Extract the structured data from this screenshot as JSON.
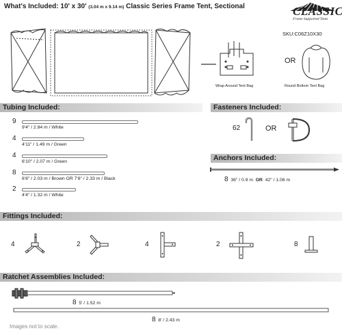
{
  "header": {
    "title_main": "What's Included: 10' x 30'",
    "title_metric": "(3.04 m x 9.14 m)",
    "title_rest": "Classic Series Frame Tent, Sectional",
    "logo_name": "CLASSIC",
    "logo_tagline": "Frame Supported Tents",
    "sku": "SKU:C06Z10X30"
  },
  "bags": {
    "wrap_label": "Wrap Around Tent Bag",
    "or_label": "OR",
    "round_label": "Round Bottom Tent Bag"
  },
  "sections": {
    "tubing": "Tubing Included:",
    "fasteners": "Fasteners Included:",
    "anchors": "Anchors Included:",
    "fittings": "Fittings Included:",
    "ratchets": "Ratchet Assemblies Included:"
  },
  "tubing": [
    {
      "qty": "9",
      "label": "9'4\" / 2.84 m  /  White",
      "length_ratio": 1.0
    },
    {
      "qty": "4",
      "label": "4'11\" / 1.49 m  /  Green",
      "length_ratio": 0.53
    },
    {
      "qty": "4",
      "label": "6'10\" / 2.07 m  /  Green",
      "length_ratio": 0.73
    },
    {
      "qty": "8",
      "label": "6'8\" / 2.03 m  /  Brown  OR  7'8\" / 2.33 m  /  Black",
      "length_ratio": 0.71
    },
    {
      "qty": "2",
      "label": "4'4\" / 1.32 m  /  White",
      "length_ratio": 0.46
    }
  ],
  "fasteners": {
    "qty": "62",
    "or_label": "OR"
  },
  "anchors": {
    "qty": "8",
    "label_a": "36\" / 0.9 m",
    "or_label": "OR",
    "label_b": "42\" / 1.06 m"
  },
  "fittings": [
    {
      "qty": "4",
      "icon": "four-way-angled-fitting-icon"
    },
    {
      "qty": "2",
      "icon": "three-way-fitting-icon"
    },
    {
      "qty": "4",
      "icon": "t-fitting-icon"
    },
    {
      "qty": "2",
      "icon": "cross-fitting-icon"
    },
    {
      "qty": "8",
      "icon": "foot-plate-icon"
    }
  ],
  "ratchets": [
    {
      "qty": "8",
      "label": "5' / 1.52 m"
    },
    {
      "qty": "8",
      "label": "8' / 2.43 m"
    }
  ],
  "footer": {
    "note": "Images not to scale."
  }
}
